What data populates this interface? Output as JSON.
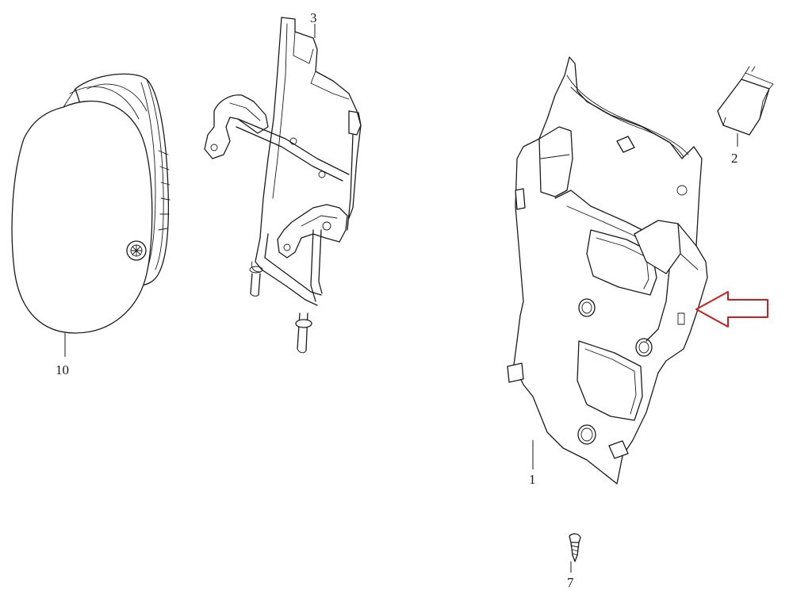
{
  "diagram": {
    "parts": [
      {
        "id": "p10",
        "number": "10"
      },
      {
        "id": "p3",
        "number": "3"
      },
      {
        "id": "p1",
        "number": "1"
      },
      {
        "id": "p2",
        "number": "2"
      },
      {
        "id": "p7",
        "number": "7"
      }
    ],
    "callout_arrow": {
      "color": "#cc1f1f"
    },
    "line_color": "#1a1a1a"
  }
}
